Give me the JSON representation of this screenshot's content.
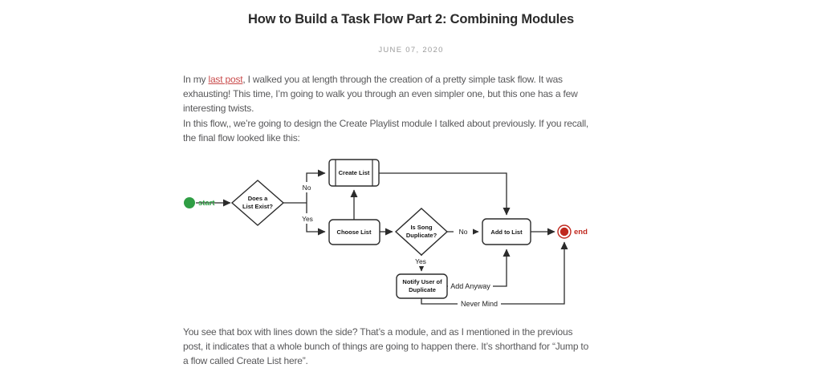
{
  "page": {
    "title": "How to Build a Task Flow Part 2: Combining Modules",
    "date": "JUNE 07, 2020"
  },
  "article": {
    "p1_before": "In my ",
    "p1_link": "last post",
    "p1_after": ", I walked you at length through the creation of a pretty simple task flow. It was exhausting! This time, I’m going to walk you through an even simpler one, but this one has a few interesting twists.",
    "p2": "In this flow,, we’re going to design the Create Playlist module I talked about previously. If you recall, the final flow looked like this:",
    "p3": "You see that box with lines down the side? That’s a module, and as I mentioned in the previous post, it indicates that a whole bunch of things are going to happen there. It’s shorthand for “Jump to a flow called Create List here”."
  },
  "flowchart": {
    "start_label": "start",
    "end_label": "end",
    "nodes": {
      "decision_list_exists_line1": "Does a",
      "decision_list_exists_line2": "List Exist?",
      "module_create_list": "Create List",
      "process_choose_list": "Choose List",
      "decision_duplicate_line1": "Is Song",
      "decision_duplicate_line2": "Duplicate?",
      "process_add_to_list": "Add to List",
      "process_notify_line1": "Notify User of",
      "process_notify_line2": "Duplicate"
    },
    "edge_labels": {
      "no_to_create": "No",
      "yes_to_choose": "Yes",
      "no_to_add": "No",
      "yes_to_notify": "Yes",
      "add_anyway": "Add Anyway",
      "never_mind": "Never Mind"
    },
    "colors": {
      "start_green": "#2f9e44",
      "end_red": "#c0281e",
      "line": "#2b2b2b"
    }
  },
  "colors": {
    "link_red": "#c94b4b",
    "body_text": "#58585a",
    "title_text": "#2b2b2b",
    "date_gray": "#9b9b9b"
  }
}
